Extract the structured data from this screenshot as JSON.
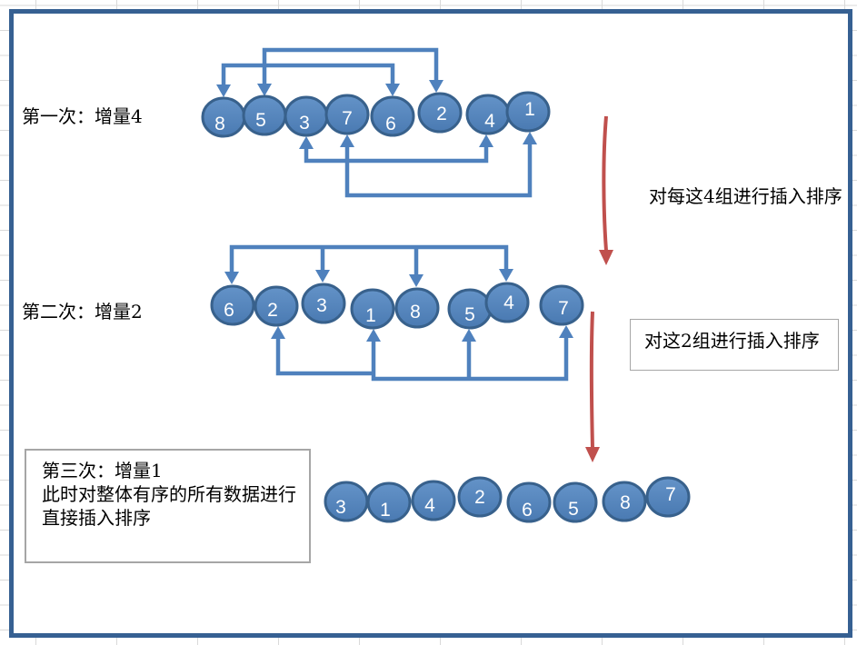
{
  "colors": {
    "circle_fill": "#4f81bd",
    "circle_stroke": "#38618c",
    "arrow_blue": "#4f81bd",
    "arrow_red": "#c0504d",
    "frame_border": "#366092",
    "grid_line": "#d9d9d9",
    "box_border": "#a6a6a6"
  },
  "pass1": {
    "label": "第一次：增量4",
    "values": [
      "8",
      "5",
      "3",
      "7",
      "6",
      "2",
      "4",
      "1"
    ]
  },
  "pass2": {
    "label": "第二次：增量2",
    "values": [
      "6",
      "2",
      "3",
      "1",
      "8",
      "5",
      "4",
      "7"
    ]
  },
  "pass3": {
    "box_line1": "第三次：增量1",
    "box_line2": "此时对整体有序的所有数据进行",
    "box_line3": "直接插入排序",
    "values": [
      "3",
      "1",
      "4",
      "2",
      "6",
      "5",
      "8",
      "7"
    ]
  },
  "caption_after_pass1": "对每这4组进行插入排序",
  "caption_after_pass2": "对这2组进行插入排序"
}
